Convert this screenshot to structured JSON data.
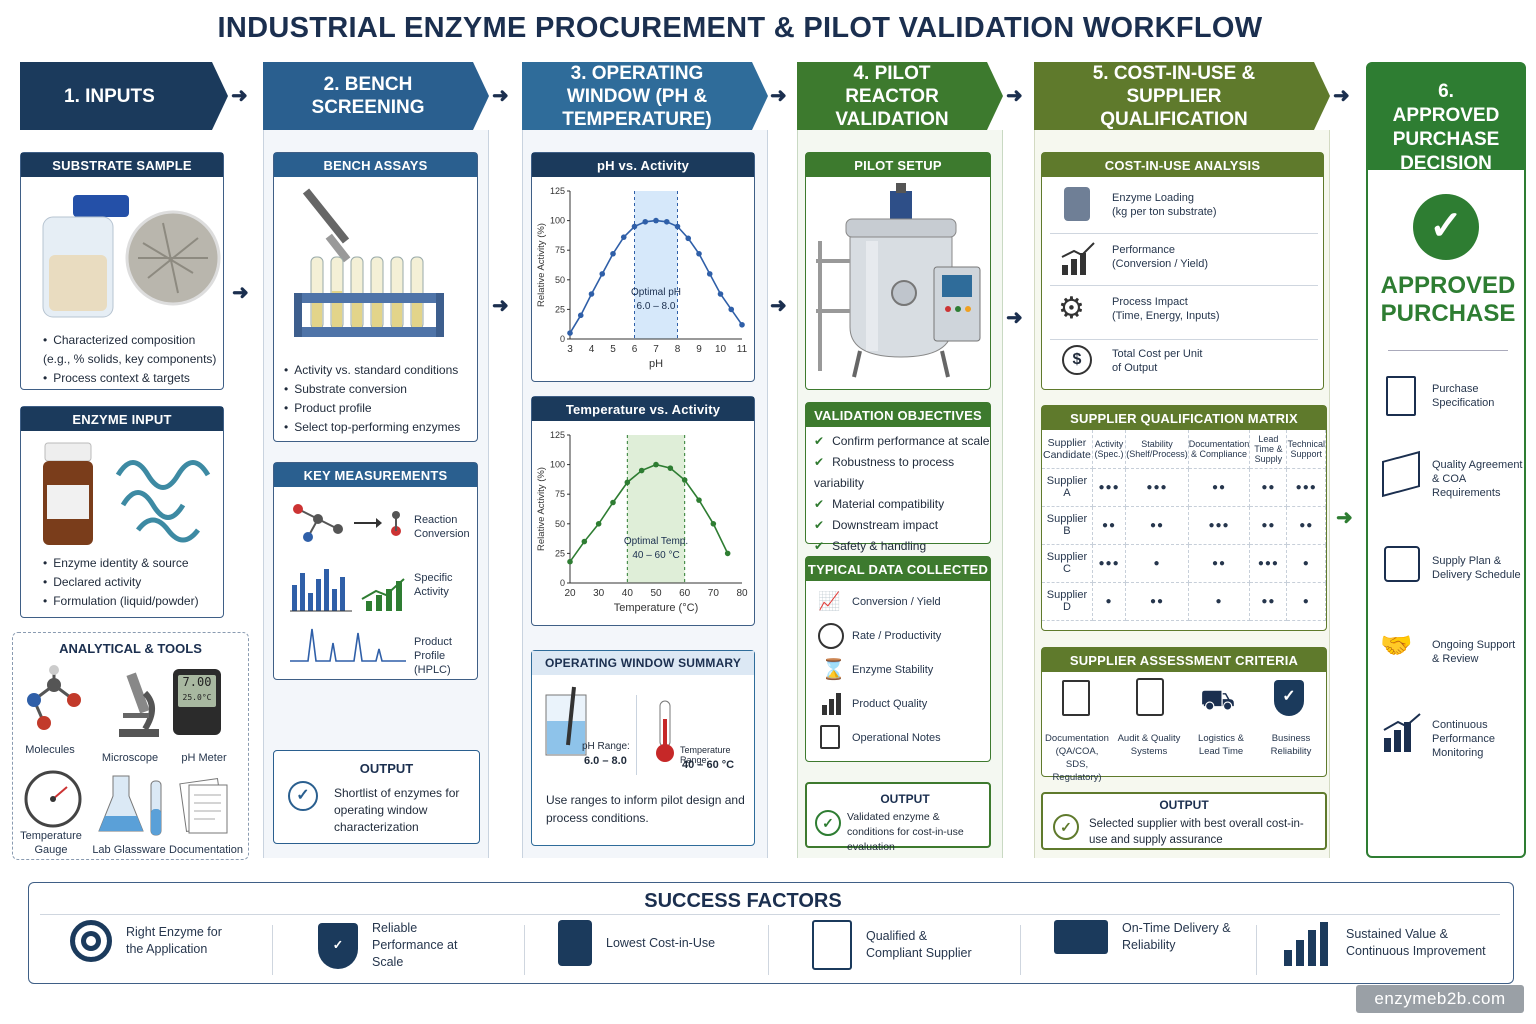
{
  "title": "INDUSTRIAL ENZYME PROCUREMENT & PILOT VALIDATION WORKFLOW",
  "stages": [
    "1. INPUTS",
    "2. BENCH SCREENING",
    "3. OPERATING WINDOW (PH & TEMPERATURE)",
    "4. PILOT REACTOR VALIDATION",
    "5. COST-IN-USE & SUPPLIER QUALIFICATION",
    "6. APPROVED PURCHASE DECISION"
  ],
  "colors": {
    "navy": "#1b3a5c",
    "blue": "#2a5f8f",
    "steel": "#2f6c9a",
    "green": "#3d7a2e",
    "olive": "#5f7a2c",
    "dgreen": "#2e7d32"
  },
  "inputs": {
    "substrate": {
      "title": "SUBSTRATE SAMPLE",
      "bullets": [
        "Characterized composition (e.g., % solids, key components)",
        "Process context & targets"
      ]
    },
    "enzyme": {
      "title": "ENZYME INPUT",
      "bullets": [
        "Enzyme identity & source",
        "Declared activity",
        "Formulation (liquid/powder)"
      ]
    },
    "tools": {
      "title": "ANALYTICAL & TOOLS",
      "items": [
        "Molecules",
        "Microscope",
        "pH Meter",
        "Temperature Gauge",
        "Lab Glassware",
        "Documentation"
      ],
      "meter_reading": "7.00",
      "meter_temp": "25.0°C"
    }
  },
  "bench": {
    "assays": {
      "title": "BENCH ASSAYS",
      "bullets": [
        "Activity vs. standard conditions",
        "Substrate conversion",
        "Product profile",
        "Select top-performing enzymes"
      ]
    },
    "measure": {
      "title": "KEY MEASUREMENTS",
      "items": [
        "Reaction Conversion",
        "Specific Activity",
        "Product Profile (HPLC)"
      ]
    },
    "output": {
      "title": "OUTPUT",
      "text": "Shortlist of enzymes for operating window characterization"
    }
  },
  "window": {
    "summary": {
      "title": "OPERATING WINDOW SUMMARY",
      "ph_label": "pH Range:",
      "ph_value": "6.0 – 8.0",
      "temp_label": "Temperature Range:",
      "temp_value": "40 – 60 °C",
      "note": "Use ranges to inform pilot design and process conditions."
    }
  },
  "chart_data": [
    {
      "type": "line",
      "title": "pH vs. Activity",
      "xlabel": "pH",
      "ylabel": "Relative Activity (%)",
      "x": [
        3,
        3.5,
        4,
        4.5,
        5,
        5.5,
        6,
        6.5,
        7,
        7.5,
        8,
        8.5,
        9,
        9.5,
        10,
        10.5,
        11
      ],
      "values": [
        5,
        20,
        38,
        55,
        72,
        86,
        95,
        99,
        100,
        99,
        95,
        85,
        72,
        55,
        38,
        25,
        12
      ],
      "xlim": [
        3,
        11
      ],
      "ylim": [
        0,
        125
      ],
      "xticks": [
        3,
        4,
        5,
        6,
        7,
        8,
        9,
        10,
        11
      ],
      "yticks": [
        0,
        25,
        50,
        75,
        100,
        125
      ],
      "band": [
        6,
        8
      ],
      "annotation": "Optimal pH 6.0 – 8.0"
    },
    {
      "type": "line",
      "title": "Temperature vs. Activity",
      "xlabel": "Temperature (°C)",
      "ylabel": "Relative Activity (%)",
      "x": [
        20,
        25,
        30,
        35,
        40,
        45,
        50,
        55,
        60,
        65,
        70,
        75
      ],
      "values": [
        18,
        35,
        50,
        68,
        85,
        95,
        100,
        97,
        87,
        70,
        50,
        25
      ],
      "xlim": [
        20,
        80
      ],
      "ylim": [
        0,
        125
      ],
      "xticks": [
        20,
        30,
        40,
        50,
        60,
        70,
        80
      ],
      "yticks": [
        0,
        25,
        50,
        75,
        100,
        125
      ],
      "band": [
        40,
        60
      ],
      "annotation": "Optimal Temp. 40 – 60 °C"
    }
  ],
  "pilot": {
    "setup": {
      "title": "PILOT SETUP"
    },
    "objectives": {
      "title": "VALIDATION OBJECTIVES",
      "items": [
        "Confirm performance at scale",
        "Robustness to process variability",
        "Material compatibility",
        "Downstream impact",
        "Safety & handling"
      ]
    },
    "data": {
      "title": "TYPICAL DATA COLLECTED",
      "items": [
        "Conversion / Yield",
        "Rate / Productivity",
        "Enzyme Stability",
        "Product Quality",
        "Operational Notes"
      ]
    },
    "output": {
      "title": "OUTPUT",
      "text": "Validated enzyme & conditions for cost-in-use evaluation"
    }
  },
  "cost": {
    "analysis": {
      "title": "COST-IN-USE ANALYSIS",
      "items": [
        {
          "name": "Enzyme Loading",
          "sub": "(kg per ton substrate)"
        },
        {
          "name": "Performance",
          "sub": "(Conversion / Yield)"
        },
        {
          "name": "Process Impact",
          "sub": "(Time, Energy, Inputs)"
        },
        {
          "name": "Total Cost per Unit",
          "sub": "of Output"
        }
      ]
    },
    "matrix": {
      "title": "SUPPLIER QUALIFICATION MATRIX",
      "headers": [
        "Supplier Candidate",
        "Activity (Spec.)",
        "Stability (Shelf/Process)",
        "Documentation & Compliance",
        "Lead Time & Supply",
        "Technical Support"
      ],
      "rows": [
        {
          "name": "Supplier A",
          "scores": [
            3,
            3,
            2,
            2,
            3
          ]
        },
        {
          "name": "Supplier B",
          "scores": [
            2,
            2,
            3,
            2,
            2
          ]
        },
        {
          "name": "Supplier C",
          "scores": [
            3,
            1,
            2,
            3,
            1
          ]
        },
        {
          "name": "Supplier D",
          "scores": [
            1,
            2,
            1,
            2,
            1
          ]
        }
      ]
    },
    "criteria": {
      "title": "SUPPLIER ASSESSMENT CRITERIA",
      "items": [
        "Documentation (QA/COA, SDS, Regulatory)",
        "Audit & Quality Systems",
        "Logistics & Lead Time",
        "Business Reliability"
      ]
    },
    "output": {
      "title": "OUTPUT",
      "text": "Selected supplier with best overall cost-in-use and supply assurance"
    }
  },
  "decision": {
    "headline": "APPROVED PURCHASE",
    "items": [
      "Purchase Specification",
      "Quality Agreement & COA Requirements",
      "Supply Plan & Delivery Schedule",
      "Ongoing Support & Review",
      "Continuous Performance Monitoring"
    ]
  },
  "success": {
    "title": "SUCCESS FACTORS",
    "items": [
      "Right Enzyme for the Application",
      "Reliable Performance at Scale",
      "Lowest Cost-in-Use",
      "Qualified & Compliant Supplier",
      "On-Time Delivery & Reliability",
      "Sustained Value & Continuous Improvement"
    ]
  },
  "watermark": "enzymeb2b.com"
}
